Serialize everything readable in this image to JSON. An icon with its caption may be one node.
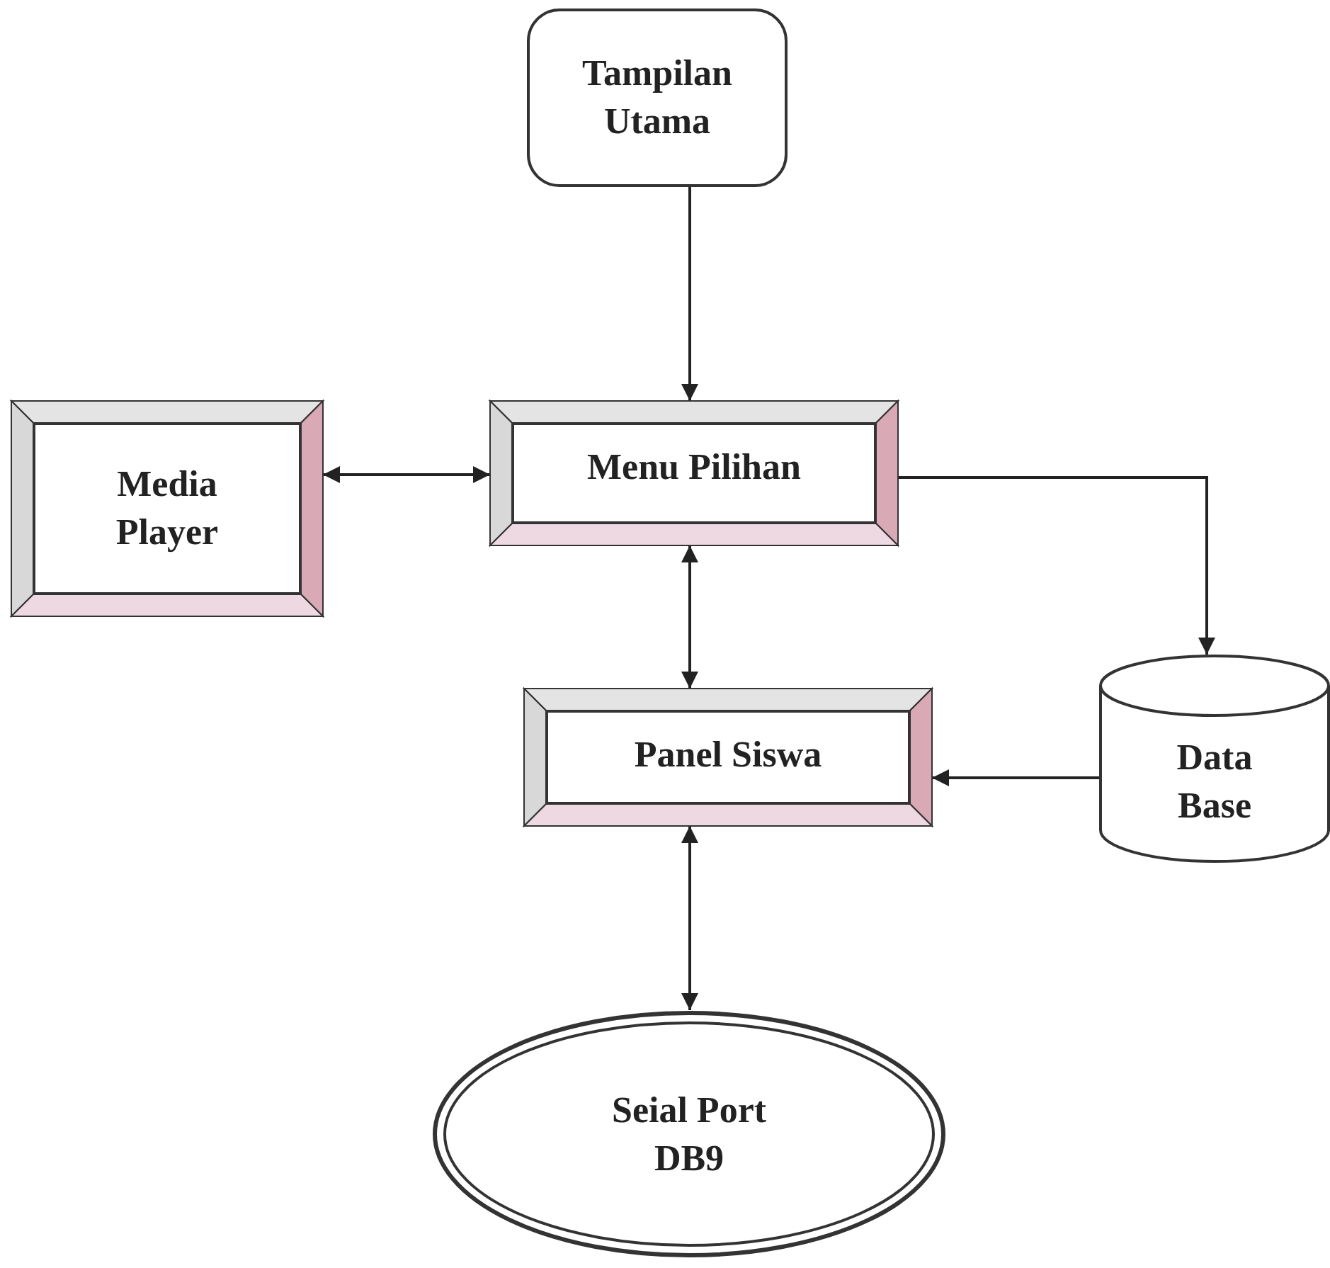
{
  "diagram": {
    "nodes": [
      {
        "text": [
          "Tampilan Utama"
        ]
      },
      {
        "text": [
          "Media Player"
        ]
      },
      {
        "text": [
          "Menu Pilihan"
        ]
      },
      {
        "text": [
          "Panel Siswa"
        ]
      },
      {
        "text": [
          "Data Base"
        ]
      },
      {
        "text": [
          "Seial Port DB9"
        ]
      }
    ],
    "edges": [
      {
        "from": 0,
        "to": 2,
        "arrow": "to"
      },
      {
        "from": 1,
        "to": 2,
        "arrow": "both"
      },
      {
        "from": 2,
        "to": 4,
        "arrow": "to"
      },
      {
        "from": 2,
        "to": 3,
        "arrow": "both"
      },
      {
        "from": 4,
        "to": 3,
        "arrow": "to"
      },
      {
        "from": 3,
        "to": 5,
        "arrow": "both"
      }
    ]
  }
}
